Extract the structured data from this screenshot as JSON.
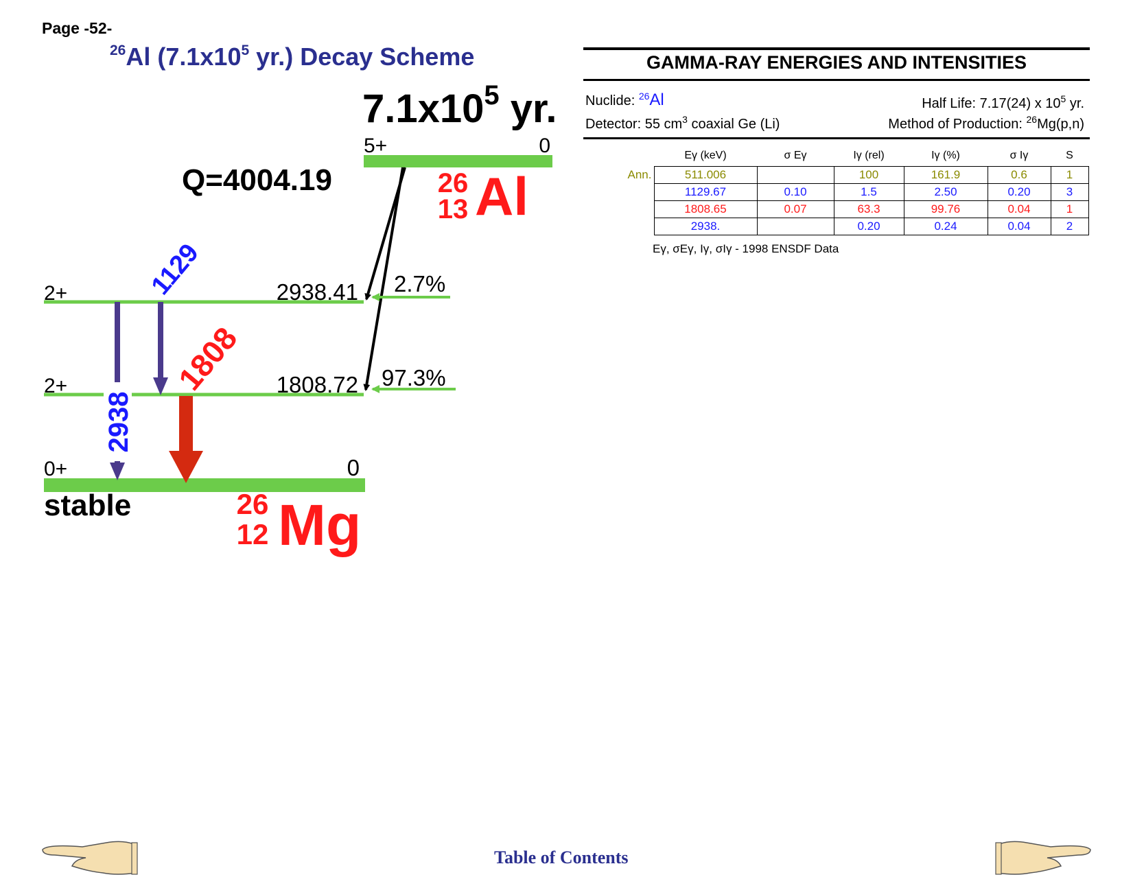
{
  "page_label": "Page -52-",
  "title": {
    "mass_number": "26",
    "main": "Al (7.1x10",
    "exp": "5",
    "rest": " yr.) Decay Scheme"
  },
  "scheme": {
    "parent_halflife_text": "7.1x10",
    "parent_halflife_exp": "5",
    "parent_halflife_unit": " yr.",
    "parent_spin": "5+",
    "parent_energy": "0",
    "q_value": "Q=4004.19",
    "parent_nuclide": {
      "mass": "26",
      "z": "13",
      "symbol": "Al"
    },
    "daughter_nuclide": {
      "mass": "26",
      "z": "12",
      "symbol": "Mg"
    },
    "levels": [
      {
        "spin": "2+",
        "energy": "2938.41",
        "branch": "2.7%"
      },
      {
        "spin": "2+",
        "energy": "1808.72",
        "branch": "97.3%"
      },
      {
        "spin": "0+",
        "energy": "0",
        "note": "stable"
      }
    ],
    "gammas": [
      "1129",
      "1808",
      "2938"
    ],
    "colors": {
      "level": "#6ccc4a",
      "gamma_purple": "#4a3a8c",
      "gamma_red": "#d42a10",
      "label_blue": "#1a1aff",
      "label_red": "#ff1a1a"
    }
  },
  "table": {
    "title": "GAMMA-RAY ENERGIES AND INTENSITIES",
    "nuclide_label": "Nuclide: ",
    "nuclide_mass": "26",
    "nuclide_symbol": "Al",
    "half_life": "Half Life: 7.17(24) x 10",
    "half_life_exp": "5",
    "half_life_unit": " yr.",
    "detector_pre": "Detector: 55 cm",
    "detector_exp": "3",
    "detector_post": " coaxial Ge (Li)",
    "method_pre": "Method of Production: ",
    "method_mass": "26",
    "method_post": "Mg(p,n)",
    "headers": [
      "Eγ (keV)",
      "σ Eγ",
      "Iγ (rel)",
      "Iγ (%)",
      "σ Iγ",
      "S"
    ],
    "rows": [
      {
        "label": "Ann.",
        "cells": [
          "511.006",
          "",
          "100",
          "161.9",
          "0.6",
          "1"
        ],
        "color": "#8a8a00"
      },
      {
        "label": "",
        "cells": [
          "1129.67",
          "0.10",
          "1.5",
          "2.50",
          "0.20",
          "3"
        ],
        "color": "#1a1aff"
      },
      {
        "label": "",
        "cells": [
          "1808.65",
          "0.07",
          "63.3",
          "99.76",
          "0.04",
          "1"
        ],
        "color": "#ff1a1a"
      },
      {
        "label": "",
        "cells": [
          "2938.",
          "",
          "0.20",
          "0.24",
          "0.04",
          "2"
        ],
        "color": "#1a1aff"
      }
    ],
    "footnote": "Eγ, σEγ, Iγ, σIγ - 1998 ENSDF Data"
  },
  "footer": {
    "toc": "Table of Contents"
  }
}
